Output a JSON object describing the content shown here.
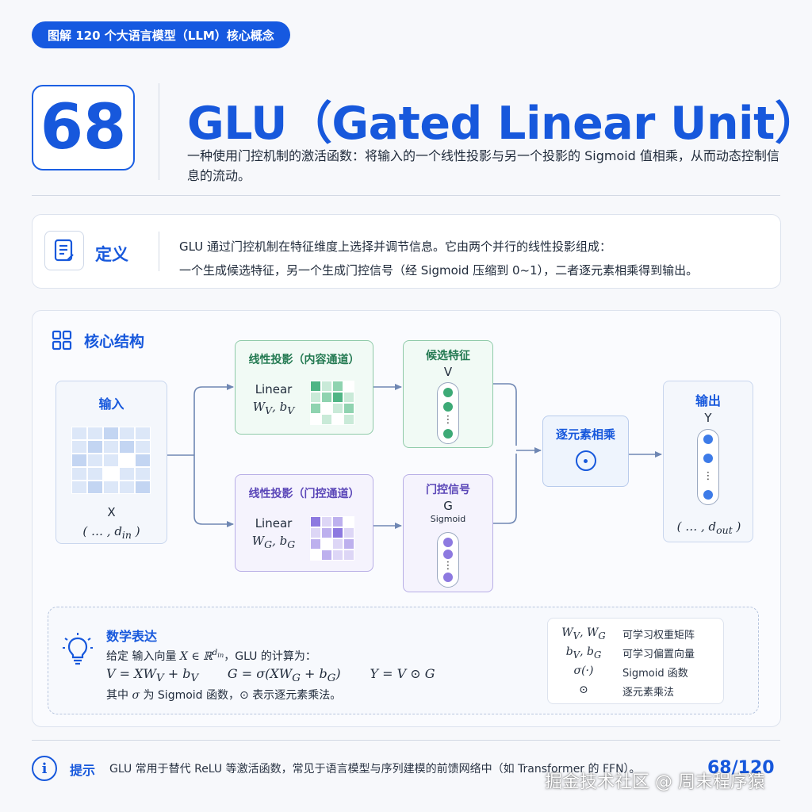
{
  "series_label": "图解 120 个大语言模型（LLM）核心概念",
  "number": "68",
  "title": "GLU（Gated Linear Unit）",
  "subtitle": "一种使用门控机制的激活函数：将输入的一个线性投影与另一个投影的 Sigmoid 值相乘，从而动态控制信息的流动。",
  "definition": {
    "title": "定义",
    "line1": "GLU 通过门控机制在特征维度上选择并调节信息。它由两个并行的线性投影组成：",
    "line2": "一个生成候选特征，另一个生成门控信号（经 Sigmoid 压缩到 0~1），二者逐元素相乘得到输出。"
  },
  "core": {
    "title": "核心结构",
    "input": {
      "title": "输入",
      "var": "X",
      "shape": "( … , d",
      "shape_sub": "in",
      "shape_end": " )"
    },
    "content_proj": {
      "title": "线性投影（内容通道）",
      "op": "Linear",
      "params": "W",
      "params_sub1": "V",
      "params_mid": ", b",
      "params_sub2": "V"
    },
    "gate_proj": {
      "title": "线性投影（门控通道）",
      "op": "Linear",
      "params": "W",
      "params_sub1": "G",
      "params_mid": ", b",
      "params_sub2": "G"
    },
    "candidate": {
      "title": "候选特征",
      "var": "V"
    },
    "gate_signal": {
      "title": "门控信号",
      "var": "G",
      "fn": "Sigmoid"
    },
    "multiply": {
      "title": "逐元素相乘",
      "symbol": "⊙"
    },
    "output": {
      "title": "输出",
      "var": "Y",
      "shape": "( … , d",
      "shape_sub": "out",
      "shape_end": " )"
    }
  },
  "math": {
    "title": "数学表达",
    "line1_a": "给定 输入向量 ",
    "line1_var": "X ∈ ℝ",
    "line1_sup": "d",
    "line1_supsub": "in",
    "line1_b": "，GLU 的计算为：",
    "eq1": "V = XW",
    "eq1_sub": "V",
    "eq1_end": " + b",
    "eq1_sub2": "V",
    "eq2": "G = σ(XW",
    "eq2_sub": "G",
    "eq2_mid": " + b",
    "eq2_sub2": "G",
    "eq2_end": ")",
    "eq3": "Y = V ⊙ G",
    "line3_a": "其中 ",
    "line3_sigma": "σ",
    "line3_b": " 为 Sigmoid 函数，",
    "line3_odot": "⊙",
    "line3_c": " 表示逐元素乘法。",
    "legend": [
      {
        "sym": "W",
        "s1": "V",
        "mid": ", W",
        "s2": "G",
        "text": "可学习权重矩阵"
      },
      {
        "sym": "b",
        "s1": "V",
        "mid": ", b",
        "s2": "G",
        "text": "可学习偏置向量"
      },
      {
        "sym": "σ(·)",
        "s1": "",
        "mid": "",
        "s2": "",
        "text": "Sigmoid 函数"
      },
      {
        "sym": "⊙",
        "s1": "",
        "mid": "",
        "s2": "",
        "text": "逐元素乘法"
      }
    ]
  },
  "tip": {
    "title": "提示",
    "text": "GLU 常用于替代 ReLU 等激活函数，常见于语言模型与序列建模的前馈网络中（如 Transformer 的 FFN）。"
  },
  "page_number": "68/120",
  "watermark": "掘金技术社区 @ 周末程序猿",
  "colors": {
    "accent": "#1758dc",
    "green": "#3daa76",
    "purple": "#8d79e0",
    "blue_dot": "#3d7be8"
  }
}
